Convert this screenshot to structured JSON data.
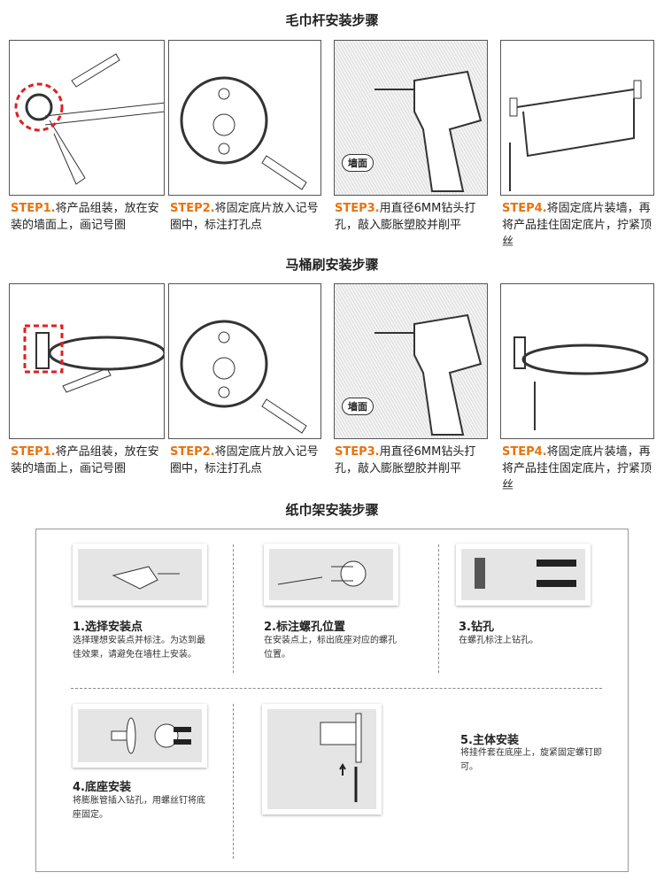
{
  "sections": [
    {
      "title": "毛巾杆安装步骤"
    },
    {
      "title": "马桶刷安装步骤"
    },
    {
      "title": "纸巾架安装步骤"
    }
  ],
  "steps_common": [
    {
      "step": "STEP1.",
      "text": "将产品组装，放在安装的墙面上，画记号圈"
    },
    {
      "step": "STEP2.",
      "text": "将固定底片放入记号圈中，标注打孔点"
    },
    {
      "step": "STEP3.",
      "text": "用直径6MM钻头打孔，敲入膨胀塑胶并削平",
      "wall_label": "墙面"
    },
    {
      "step": "STEP4.",
      "text": "将固定底片装墙，再将产品挂住固定底片，拧紧顶丝"
    }
  ],
  "paper": [
    {
      "title": "1.选择安装点",
      "text": "选择理想安装点并标注。为达到最佳效果，请避免在墙柱上安装。"
    },
    {
      "title": "2.标注螺孔位置",
      "text": "在安装点上，标出底座对应的螺孔位置。"
    },
    {
      "title": "3.钻孔",
      "text": "在螺孔标注上钻孔。"
    },
    {
      "title": "4.底座安装",
      "text": "将膨胀管插入钻孔，用螺丝钉将底座固定。"
    },
    {
      "title": "5.主体安装",
      "text": "将挂件套在底座上，旋紧固定螺钉即可。"
    }
  ],
  "colors": {
    "accent": "#e8720c",
    "highlight": "#e02020"
  }
}
